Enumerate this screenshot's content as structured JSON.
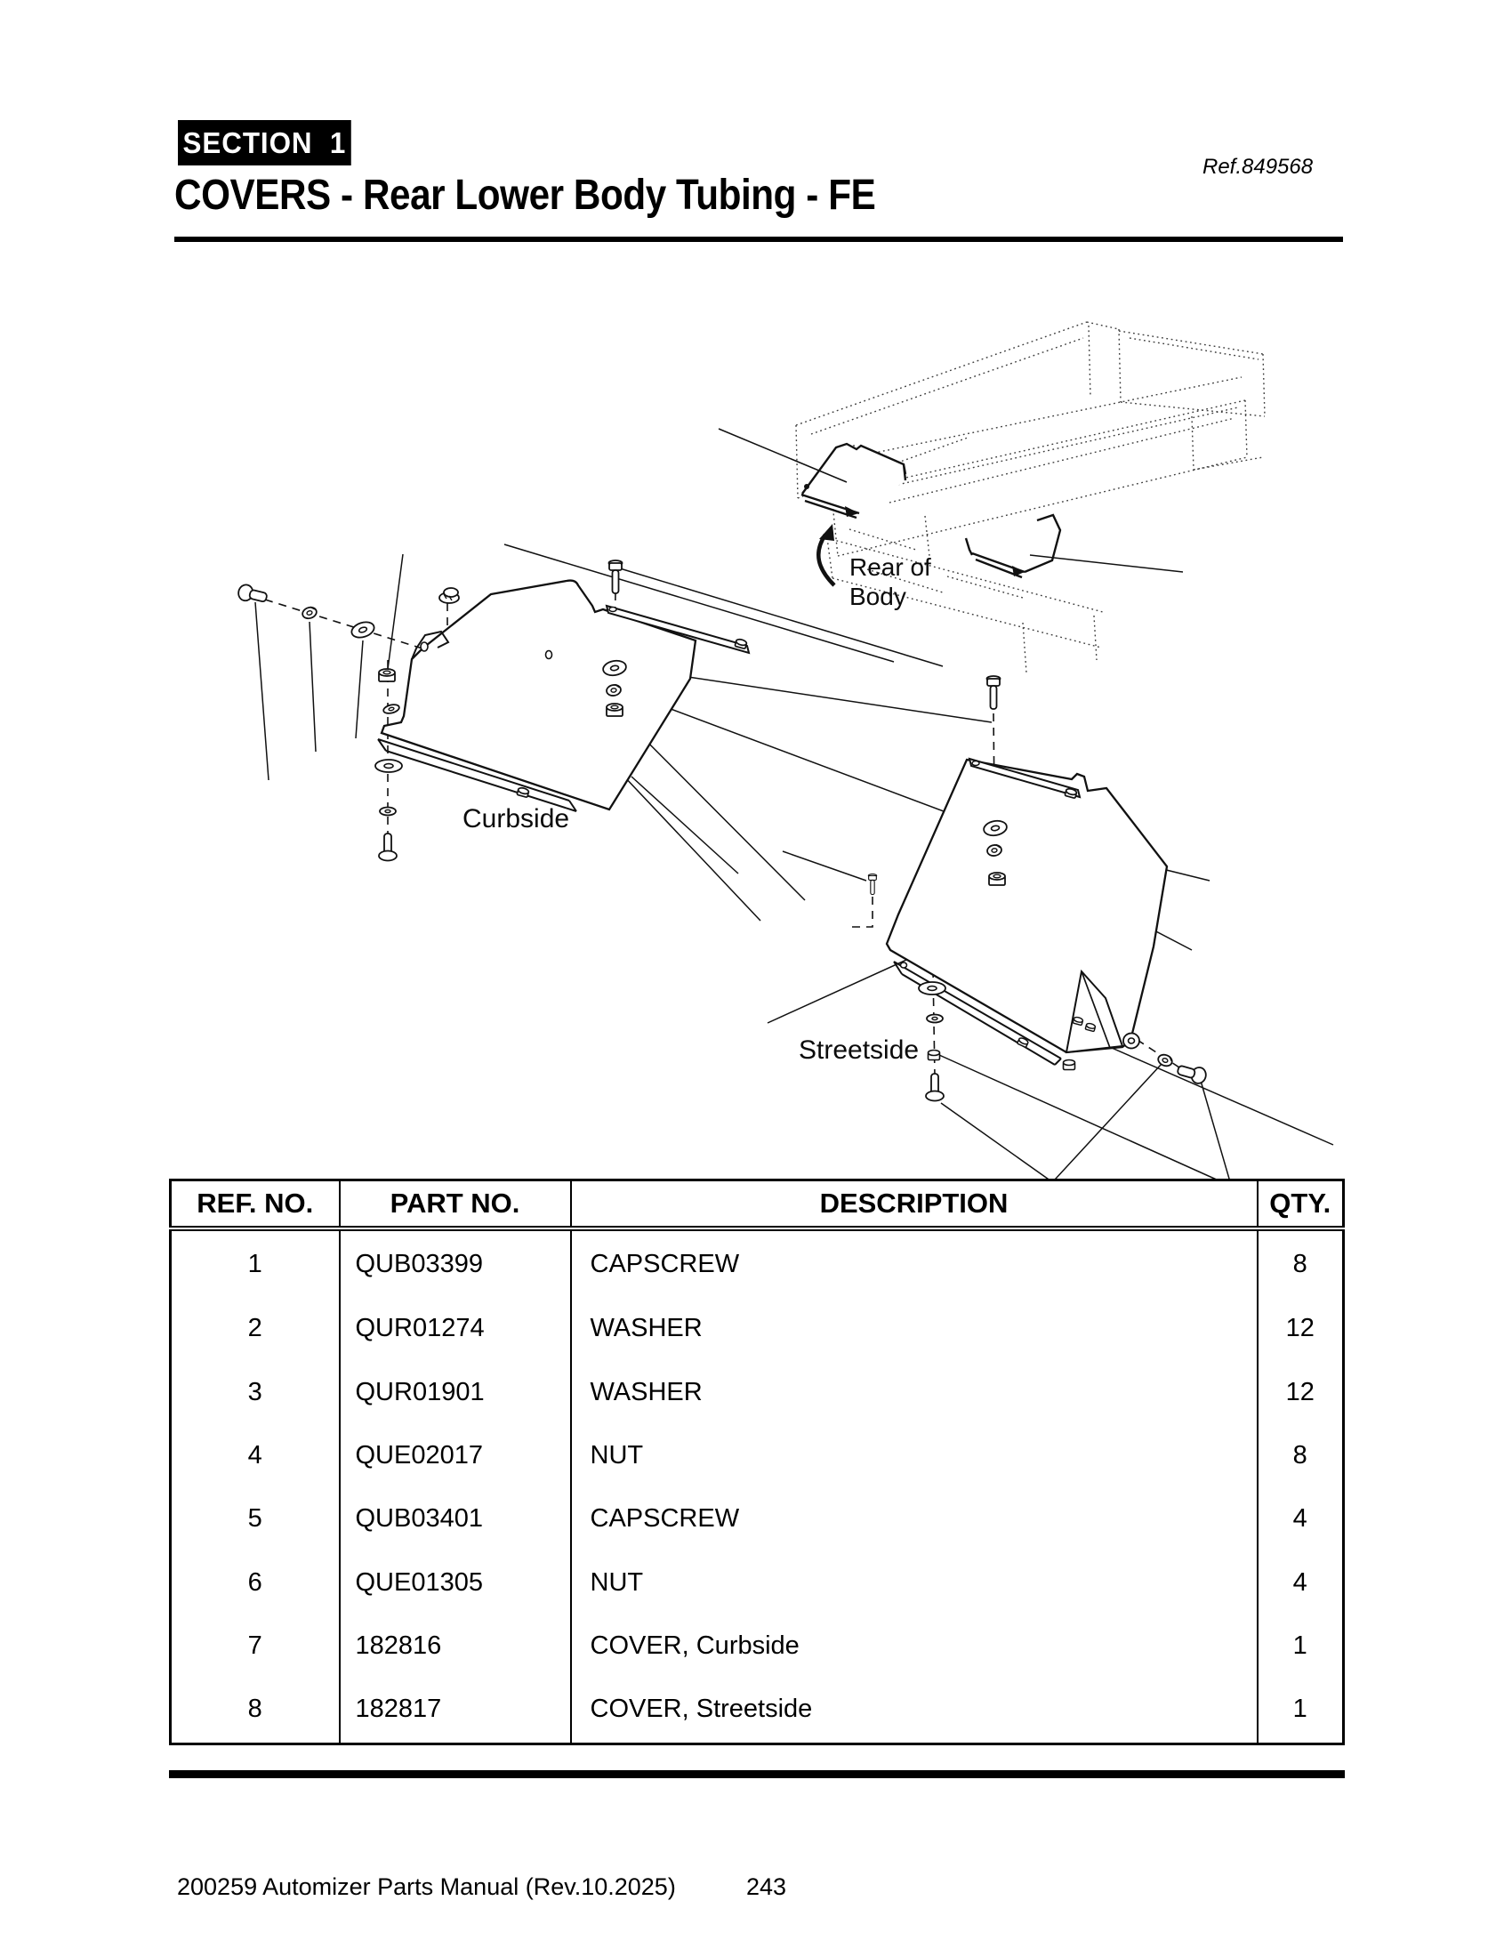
{
  "header": {
    "section_badge": "SECTION  1",
    "title": "COVERS - Rear Lower Body Tubing - FE",
    "ref": "Ref.849568"
  },
  "diagram": {
    "labels": {
      "rear_of_line1": "Rear of",
      "rear_of_line2": "Body",
      "curbside": "Curbside",
      "streetside": "Streetside"
    }
  },
  "table": {
    "headers": [
      "REF. NO.",
      "PART NO.",
      "DESCRIPTION",
      "QTY."
    ],
    "rows": [
      {
        "ref": "1",
        "part": "QUB03399",
        "desc": "CAPSCREW",
        "qty": "8"
      },
      {
        "ref": "2",
        "part": "QUR01274",
        "desc": "WASHER",
        "qty": "12"
      },
      {
        "ref": "3",
        "part": "QUR01901",
        "desc": "WASHER",
        "qty": "12"
      },
      {
        "ref": "4",
        "part": "QUE02017",
        "desc": "NUT",
        "qty": "8"
      },
      {
        "ref": "5",
        "part": "QUB03401",
        "desc": "CAPSCREW",
        "qty": "4"
      },
      {
        "ref": "6",
        "part": "QUE01305",
        "desc": "NUT",
        "qty": "4"
      },
      {
        "ref": "7",
        "part": "182816",
        "desc": "COVER, Curbside",
        "qty": "1"
      },
      {
        "ref": "8",
        "part": "182817",
        "desc": "COVER, Streetside",
        "qty": "1"
      }
    ]
  },
  "footer": {
    "manual": "200259 Automizer Parts Manual (Rev.10.2025)",
    "page": "243"
  }
}
